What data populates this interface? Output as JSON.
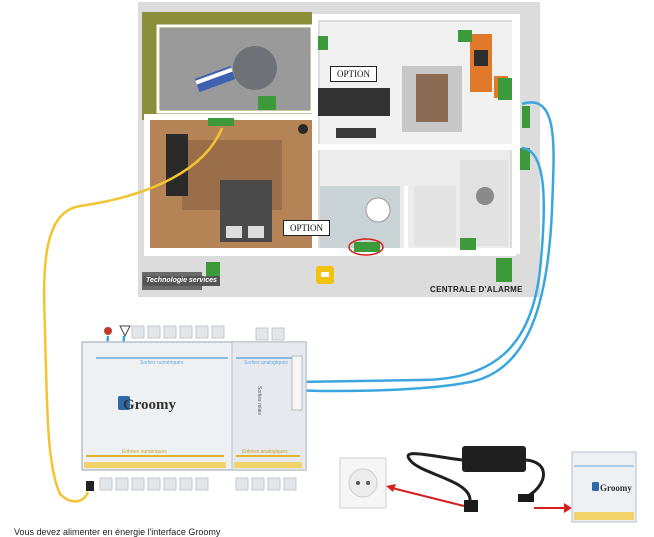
{
  "floorplan": {
    "option_label_1": "OPTION",
    "option_label_2": "OPTION",
    "control_panel_label": "CENTRALE D'ALARME",
    "logo_text": "Technologie services"
  },
  "device": {
    "brand": "Groomy",
    "top_left_section": "Sorties numériques",
    "top_right_section": "Sorties analogiques",
    "bottom_left_section": "Entrées numériques",
    "bottom_right_section": "Entrées analogiques",
    "side_section": "Sorties relais"
  },
  "mini_device": {
    "brand": "Groomy"
  },
  "caption": "Vous devez alimenter en énergie l'interface Groomy",
  "colors": {
    "yellow_wire": "#f4c430",
    "blue_wire": "#3aa6e0",
    "arrow": "#d62020",
    "wall": "#ffffff",
    "device_body": "#eef1f4"
  }
}
